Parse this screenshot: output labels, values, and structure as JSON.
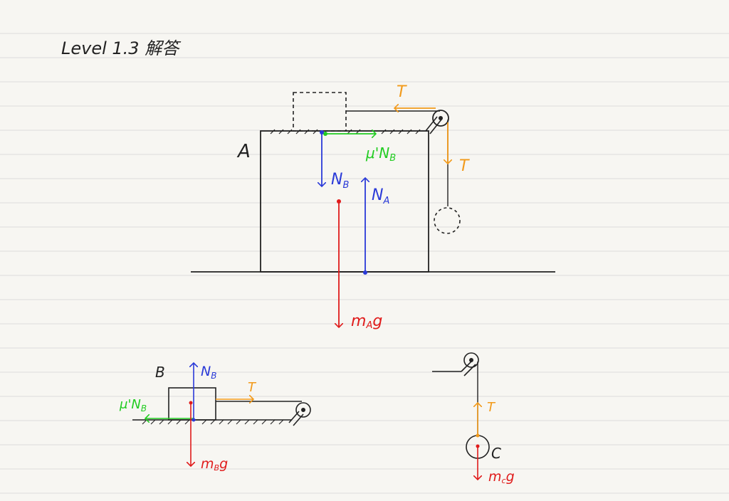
{
  "title": "Level 1.3 解答",
  "colors": {
    "ink": "#222222",
    "red": "#e01b1b",
    "blue": "#2a3ad8",
    "green": "#22cc22",
    "orange": "#f29a1a",
    "rule": "#dcdcdc"
  },
  "labels": {
    "block_a": "A",
    "block_b": "B",
    "block_c": "C",
    "tension": "T",
    "normal_b": "N",
    "normal_b_sub": "B",
    "normal_a": "N",
    "normal_a_sub": "A",
    "friction": "μ'N",
    "friction_sub": "B",
    "weight_a": "m",
    "weight_a_sub": "A",
    "weight_a_g": "g",
    "weight_b": "m",
    "weight_b_sub": "B",
    "weight_b_g": "g",
    "weight_c": "m",
    "weight_c_sub": "c",
    "weight_c_g": "g"
  }
}
